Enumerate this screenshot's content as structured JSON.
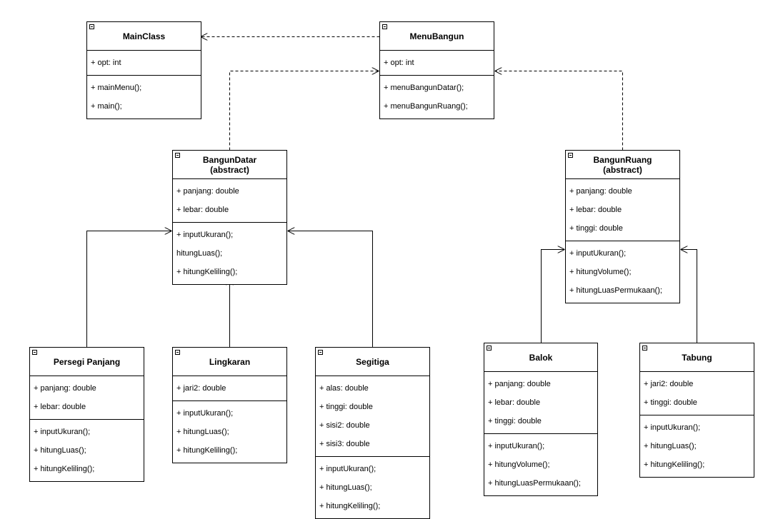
{
  "classes": {
    "main_class": {
      "name": "MainClass",
      "attributes": [
        "+ opt: int"
      ],
      "methods": [
        "+ mainMenu();",
        "+ main();"
      ]
    },
    "menu_bangun": {
      "name": "MenuBangun",
      "attributes": [
        "+ opt: int"
      ],
      "methods": [
        "+ menuBangunDatar();",
        "+ menuBangunRuang();"
      ]
    },
    "bangun_datar": {
      "name": "BangunDatar",
      "stereotype": "(abstract)",
      "attributes": [
        "+ panjang: double",
        "+ lebar: double"
      ],
      "methods": [
        "+ inputUkuran();",
        "hitungLuas();",
        "+ hitungKeliling();"
      ]
    },
    "bangun_ruang": {
      "name": "BangunRuang",
      "stereotype": "(abstract)",
      "attributes": [
        "+ panjang: double",
        "+ lebar: double",
        "+ tinggi: double"
      ],
      "methods": [
        "+ inputUkuran();",
        "+ hitungVolume();",
        "+ hitungLuasPermukaan();"
      ]
    },
    "persegi_panjang": {
      "name": "Persegi Panjang",
      "attributes": [
        "+ panjang: double",
        "+ lebar: double"
      ],
      "methods": [
        "+ inputUkuran();",
        "+ hitungLuas();",
        "+ hitungKeliling();"
      ]
    },
    "lingkaran": {
      "name": "Lingkaran",
      "attributes": [
        "+ jari2: double"
      ],
      "methods": [
        "+ inputUkuran();",
        "+ hitungLuas();",
        "+ hitungKeliling();"
      ]
    },
    "segitiga": {
      "name": "Segitiga",
      "attributes": [
        "+ alas: double",
        "+ tinggi: double",
        "+ sisi2: double",
        "+ sisi3: double"
      ],
      "methods": [
        "+ inputUkuran();",
        "+ hitungLuas();",
        "+ hitungKeliling();"
      ]
    },
    "balok": {
      "name": "Balok",
      "attributes": [
        "+ panjang: double",
        "+ lebar: double",
        "+ tinggi: double"
      ],
      "methods": [
        "+ inputUkuran();",
        "+ hitungVolume();",
        "+ hitungLuasPermukaan();"
      ]
    },
    "tabung": {
      "name": "Tabung",
      "attributes": [
        "+ jari2: double",
        "+ tinggi: double"
      ],
      "methods": [
        "+ inputUkuran();",
        "+ hitungLuas();",
        "+ hitungKeliling();"
      ]
    }
  },
  "relations": [
    {
      "from": "menu_bangun",
      "to": "main_class",
      "type": "dependency"
    },
    {
      "from": "bangun_datar",
      "to": "menu_bangun",
      "type": "dependency"
    },
    {
      "from": "bangun_ruang",
      "to": "menu_bangun",
      "type": "dependency"
    },
    {
      "from": "persegi_panjang",
      "to": "bangun_datar",
      "type": "association"
    },
    {
      "from": "lingkaran",
      "to": "bangun_datar",
      "type": "association"
    },
    {
      "from": "segitiga",
      "to": "bangun_datar",
      "type": "association"
    },
    {
      "from": "balok",
      "to": "bangun_ruang",
      "type": "association"
    },
    {
      "from": "tabung",
      "to": "bangun_ruang",
      "type": "association"
    }
  ]
}
